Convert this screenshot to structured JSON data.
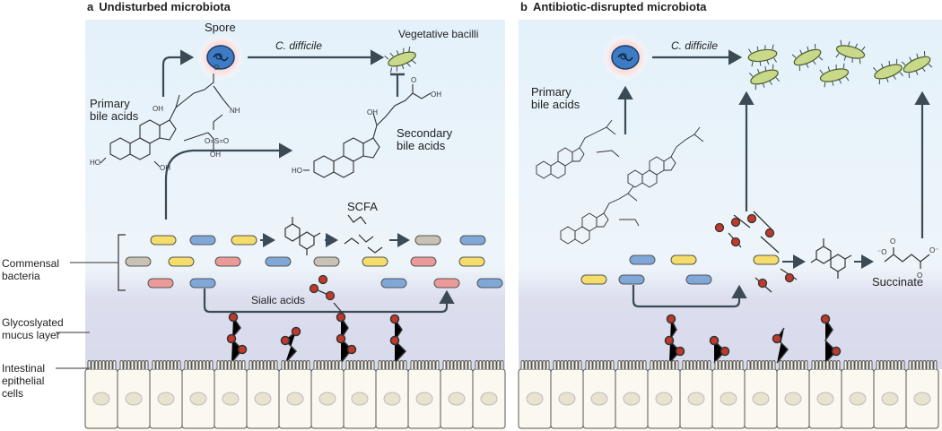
{
  "panel_a": {
    "letter": "a",
    "title": "Undisturbed microbiota",
    "spore": "Spore",
    "cdiff": "C. difficile",
    "vegetative": "Vegetative bacilli",
    "primary_bile_1": "Primary",
    "primary_bile_2": "bile acids",
    "secondary_bile_1": "Secondary",
    "secondary_bile_2": "bile acids",
    "scfa": "SCFA",
    "sialic": "Sialic acids"
  },
  "panel_b": {
    "letter": "b",
    "title": "Antibiotic-disrupted microbiota",
    "cdiff": "C. difficile",
    "primary_bile_1": "Primary",
    "primary_bile_2": "bile acids",
    "succinate": "Succinate"
  },
  "left_labels": {
    "commensal_1": "Commensal",
    "commensal_2": "bacteria",
    "mucus_1": "Glycoslyated",
    "mucus_2": "mucus layer",
    "epithelial_1": "Intestinal",
    "epithelial_2": "epithelial",
    "epithelial_3": "cells"
  },
  "colors": {
    "lumen_top": "#eaf4fb",
    "mucus": "#d9dcec",
    "arrow": "#3b4a55",
    "bact_yellow": "#f4dd6b",
    "bact_blue": "#7fa8d8",
    "bact_grey": "#c9c2b4",
    "bact_pink": "#eb9a98",
    "sialic_red": "#c0392b",
    "spore_blue": "#3d7cc4",
    "bacillus_green": "#c9d98a"
  }
}
